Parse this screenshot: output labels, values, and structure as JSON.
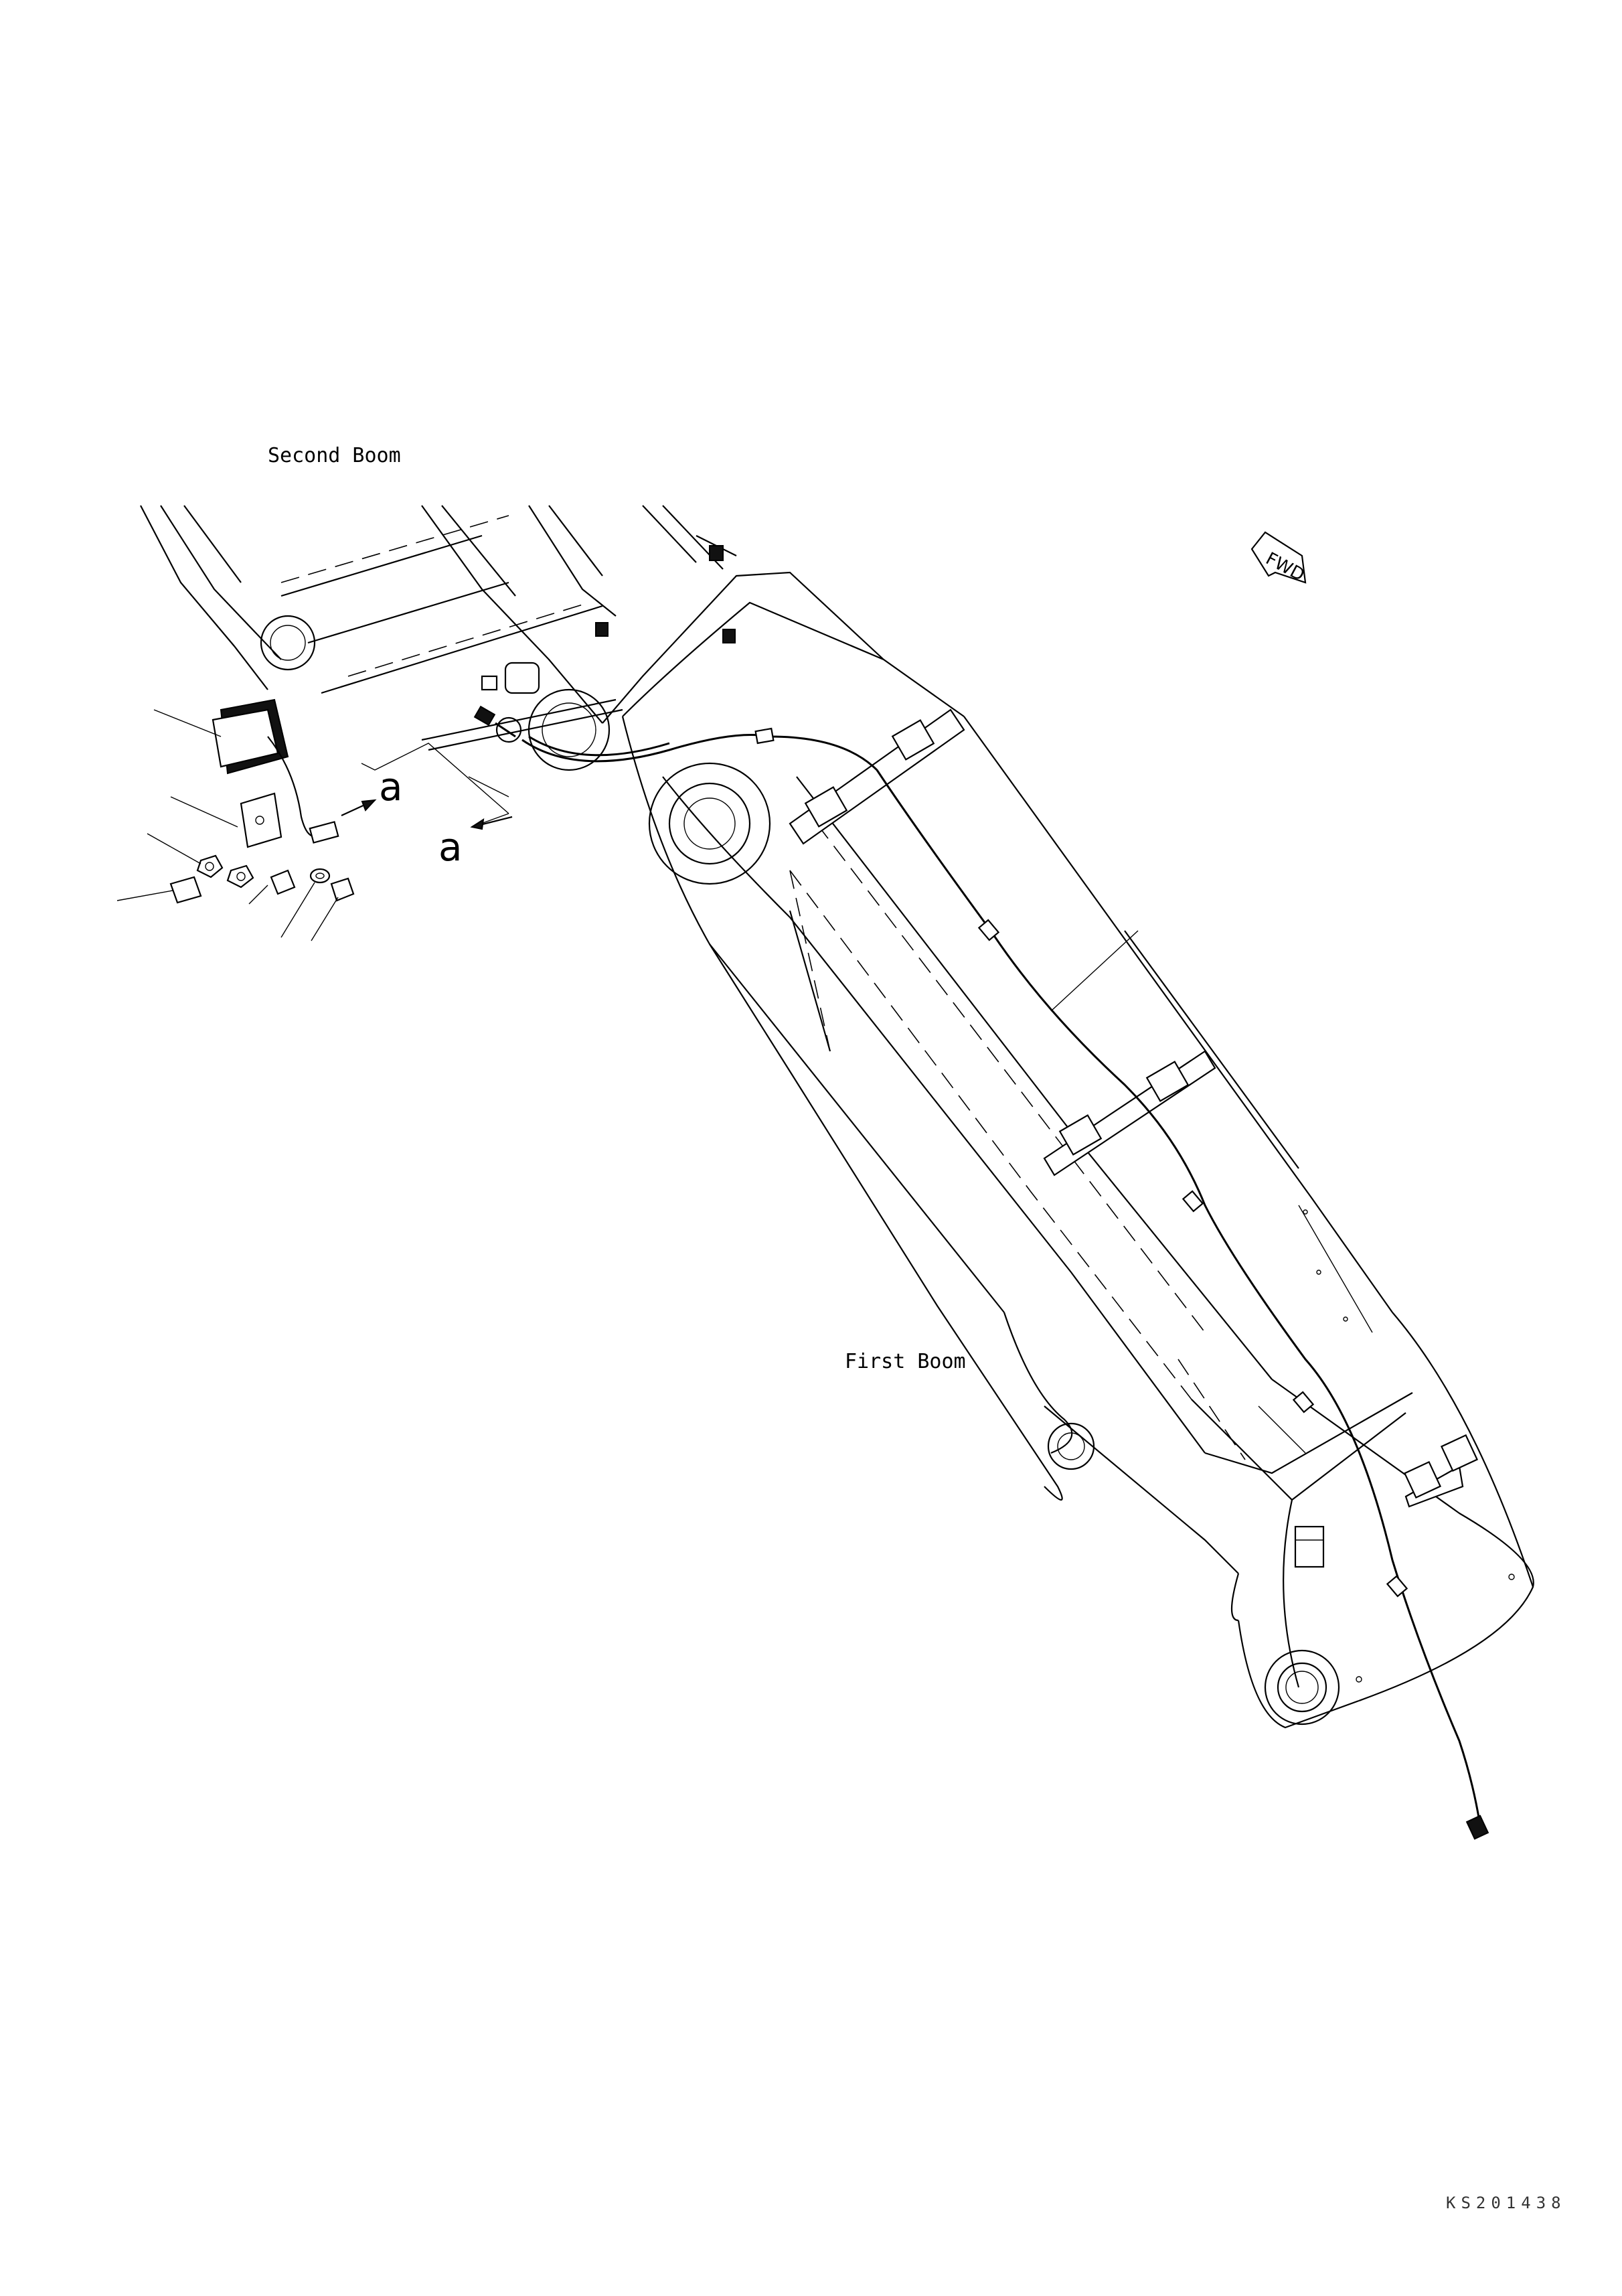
{
  "labels": {
    "second_boom": "Second Boom",
    "first_boom": "First Boom",
    "arrow_a_1": "a",
    "arrow_a_2": "a",
    "fwd": "FWD",
    "drawing_code": "KS201438"
  },
  "icons": {
    "fwd_direction": "fwd-arrow-icon",
    "work_lamp": "work-lamp-icon",
    "connector": "connector-icon"
  },
  "colors": {
    "line": "#000000",
    "background": "#ffffff"
  }
}
